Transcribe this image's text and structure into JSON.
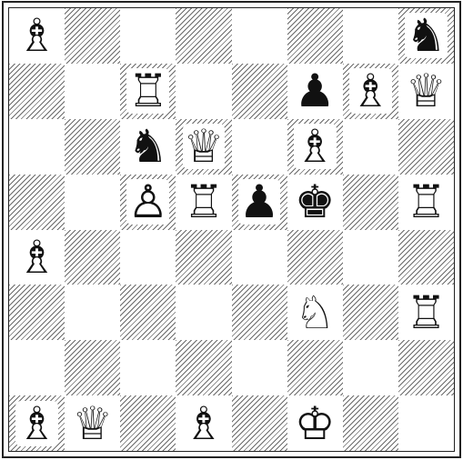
{
  "board": {
    "rows": [
      [
        "W_bishop",
        "",
        "",
        "",
        "",
        "",
        "",
        "B_knight"
      ],
      [
        "",
        "",
        "W_rook",
        "",
        "",
        "B_pawn",
        "W_bishop",
        "W_queen"
      ],
      [
        "",
        "",
        "B_knight",
        "W_queen",
        "",
        "W_bishop",
        "",
        ""
      ],
      [
        "",
        "",
        "W_pawn",
        "W_rook",
        "B_pawn",
        "B_king",
        "",
        "W_rook"
      ],
      [
        "W_bishop",
        "",
        "",
        "",
        "",
        "",
        "",
        ""
      ],
      [
        "",
        "",
        "",
        "",
        "",
        "W_knight",
        "",
        "W_rook"
      ],
      [
        "",
        "",
        "",
        "",
        "",
        "",
        "",
        ""
      ],
      [
        "W_bishop",
        "W_queen",
        "",
        "W_bishop",
        "",
        "W_king",
        "",
        ""
      ]
    ]
  },
  "glyphs": {
    "W_king": "♔",
    "W_queen": "♕",
    "W_rook": "♖",
    "W_bishop": "♗",
    "W_knight": "♘",
    "W_pawn": "♙",
    "B_king": "♚",
    "B_queen": "♛",
    "B_rook": "♜",
    "B_bishop": "♝",
    "B_knight": "♞",
    "B_pawn": "♟"
  },
  "piece_names": {
    "W_king": "white-king-icon",
    "W_queen": "white-queen-icon",
    "W_rook": "white-rook-icon",
    "W_bishop": "white-bishop-icon",
    "W_knight": "white-knight-icon",
    "W_pawn": "white-pawn-icon",
    "B_king": "black-king-icon",
    "B_queen": "black-queen-icon",
    "B_rook": "black-rook-icon",
    "B_bishop": "black-bishop-icon",
    "B_knight": "black-knight-icon",
    "B_pawn": "black-pawn-icon"
  },
  "colors": {
    "dark_hatch": "#6a6a6a",
    "light": "#ffffff",
    "border": "#222222"
  }
}
